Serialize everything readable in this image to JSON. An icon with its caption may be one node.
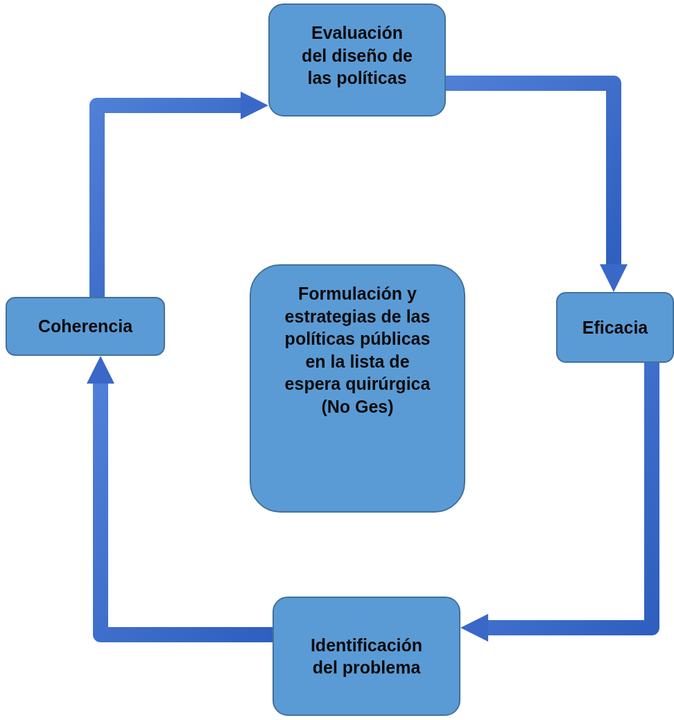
{
  "diagram": {
    "nodes": [
      {
        "text": [
          "Evaluación del diseño de las políticas"
        ]
      },
      {
        "text": [
          "Coherencia"
        ]
      },
      {
        "text": [
          "Formulación y estrategias de las políticas públicas en la lista de espera quirúrgica (No Ges)"
        ]
      },
      {
        "text": [
          "Eficacia"
        ]
      },
      {
        "text": [
          "Identificación del problema"
        ]
      }
    ],
    "edges": [
      {
        "from": 0,
        "to": 3,
        "arrow": "to",
        "style": "thick"
      },
      {
        "from": 3,
        "to": 4,
        "arrow": "to",
        "style": "thick"
      },
      {
        "from": 4,
        "to": 1,
        "arrow": "to",
        "style": "thick"
      },
      {
        "from": 1,
        "to": 0,
        "arrow": "to",
        "style": "thick"
      }
    ]
  }
}
